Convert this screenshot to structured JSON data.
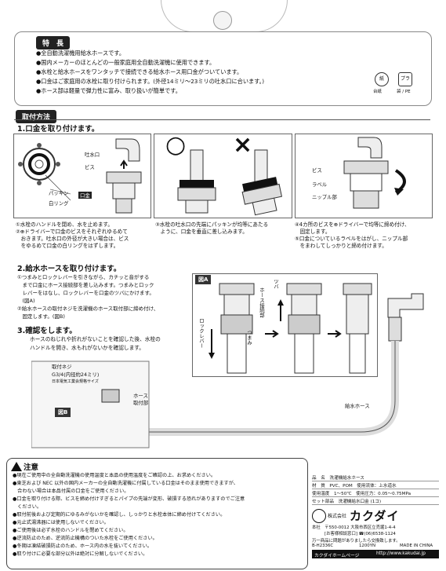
{
  "features": {
    "badge": "特　長",
    "items": [
      "●全自動洗濯機用給水ホースです。",
      "●国内メーカーのほとんどの一般家庭用全自動洗濯機に使用できます。",
      "●水栓と給水ホースをワンタッチで接続できる給水ホース用口金がついています。",
      "●口金はご家庭用の水栓に取り付けられます。(外径14ミリ〜23ミリの吐水口に合います。)",
      "●ホース部は軽量で弾力性に富み、取り扱いが簡単です。"
    ],
    "recycle_labels": [
      "台紙",
      "袋 / PE"
    ]
  },
  "install": {
    "badge": "取付方法",
    "step1_title": "1.口金を取り付けます。",
    "step1_labels": {
      "outlet": "吐水口",
      "screw": "ビス",
      "packing": "パッキン",
      "white_ring": "白リング",
      "fitting": "口金",
      "screw2": "ビス",
      "label": "ラベル",
      "nipple": "ニップル部",
      "ok_mark": "○",
      "ng_mark": "×"
    },
    "step1_notes_left": [
      "①水栓のハンドルを閉め、水を止めます。",
      "②⊕ドライバーで口金のビスをそれぞれゆるめて",
      "　おきます。吐水口の外径が大きい場合は、ビス",
      "　をゆるめて口金の白リングをはずします。"
    ],
    "step1_notes_mid": [
      "③水栓の吐水口の先端にパッキンが均等にあたる",
      "　ように、口金を垂直に差し込みます。"
    ],
    "step1_notes_right": [
      "④4カ所のビスを⊕ドライバーで均等に締め付け、",
      "　固定します。",
      "⑤口金についているラベルをはがし、ニップル部",
      "　をまわしてしっかりと締め付けます。"
    ],
    "step2_title": "2.給水ホースを取り付けます。",
    "step2_notes": [
      "①つまみとロックレバーを引きながら、カチッと音がする",
      "　まで口金にホース接続部を差し込みます。つまみとロック",
      "　レバーをはなし、ロックレバーを口金のツバにかけます。",
      "　(図A)",
      "②給水ホースの取付ネジを洗濯機のホース取付部に締め付け、",
      "　固定します。(図B)"
    ],
    "step3_title": "3.確認をします。",
    "step3_notes": [
      "ホースのねじれや折れがないことを確認した後、水栓の",
      "ハンドルを開き、水もれがないかを確認します。"
    ],
    "figA": {
      "tag": "図A",
      "hose_joint": "ホース接続部",
      "lock_lever": "ロックレバー",
      "knob": "つまみ",
      "flange": "ツバ"
    },
    "figB": {
      "tag": "図B",
      "screw_title": "取付ネジ",
      "screw_spec": "G3/4(内径約24ミリ)",
      "screw_note": "日本電気工業会規格サイズ",
      "hose_mount_1": "ホース",
      "hose_mount_2": "取付部",
      "supply_hose": "給水ホース"
    }
  },
  "caution": {
    "title": "注意",
    "items": [
      "●現在ご使用中の全自動洗濯機の使用温度と本品の使用温度をご確認の上、お求めください。",
      "●東芝および NEC 以外の国内メーカーの全自動洗濯機に付属している口金はそのまま使用できますが、",
      "　合わない場合は本品付属の口金をご使用ください。",
      "●口金を取り付ける際、ビスを締め付けすぎるとパイプの先端が変形、破損する恐れがありますのでご注意",
      "　ください。",
      "●取付前後および定期的にゆるみがないかを確認し、しっかりと水栓本体に締め付けてください。",
      "●元止式湯沸器には使用しないでください。",
      "●ご使用後は必ず水栓のハンドルを閉めてください。",
      "●逆流防止のため、逆流防止機構のついた水栓をご使用ください。",
      "●冬期は凍結破損防止のため、ホース内の水を抜いてください。",
      "●取り付けに必要な部分以外は絶対に分解しないでください。"
    ]
  },
  "specs": {
    "rows": [
      {
        "k": "品　名",
        "v": "洗濯機給水ホース"
      },
      {
        "k": "材　質",
        "v": "PVC、POM　使用流体：上水道水"
      },
      {
        "k": "使用温度",
        "v": "1〜50℃　使用圧力：0.05〜0.75MPa"
      },
      {
        "k": "セット部品",
        "v": "洗濯機給水口金 (1コ)"
      }
    ],
    "company_prefix": "株式会社",
    "company": "カクダイ",
    "address_1": "本社　〒550-0012 大阪市西区立売堀1-4-4",
    "address_2": "[お客様相談窓口] ☎(06)6538-1124",
    "notice": "万一商品に問題がありましたら交換致します。",
    "code": "B-H2336C",
    "price": "1200YN",
    "origin": "MADE IN CHINA",
    "footer_left": "カクダイホームページ",
    "footer_right": "http://www.kakudai.jp"
  },
  "colors": {
    "dark": "#222222",
    "line": "#666666",
    "hose": "#dddddd"
  }
}
